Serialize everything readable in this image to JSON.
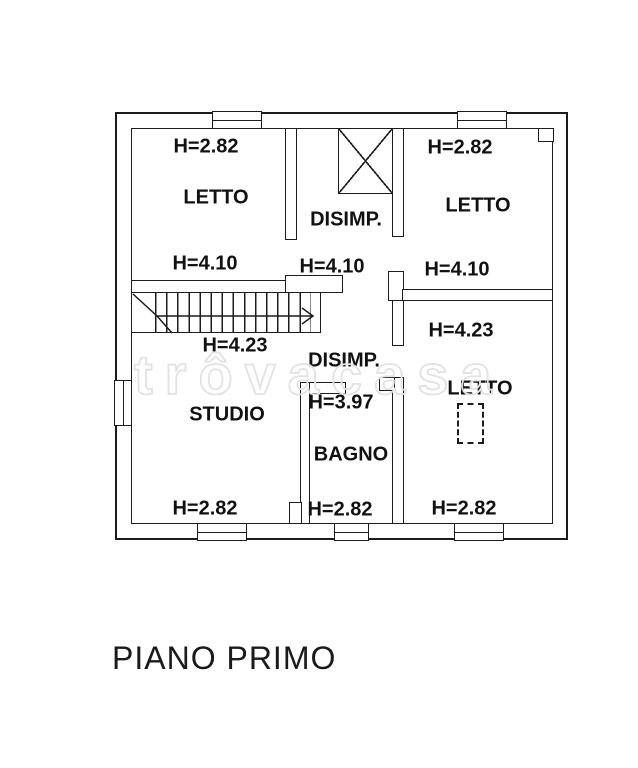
{
  "title": "PIANO PRIMO",
  "watermark": "trôvacasa",
  "plan": {
    "letto_top_left": {
      "label": "LETTO",
      "h_top": "H=2.82",
      "h_bottom": "H=4.10"
    },
    "disimp_top": {
      "label": "DISIMP.",
      "h_bottom": "H=4.10"
    },
    "letto_top_right": {
      "label": "LETTO",
      "h_top": "H=2.82",
      "h_bottom": "H=4.10"
    },
    "stairs": {
      "h": "H=4.23"
    },
    "studio": {
      "label": "STUDIO",
      "h_bottom": "H=2.82"
    },
    "disimp_mid": {
      "label": "DISIMP."
    },
    "bagno": {
      "label": "BAGNO",
      "h_top": "H=3.97",
      "h_bottom": "H=2.82"
    },
    "letto_bottom_right": {
      "label": "LETTO",
      "h_top": "H=4.23",
      "h_bottom": "H=2.82"
    }
  }
}
